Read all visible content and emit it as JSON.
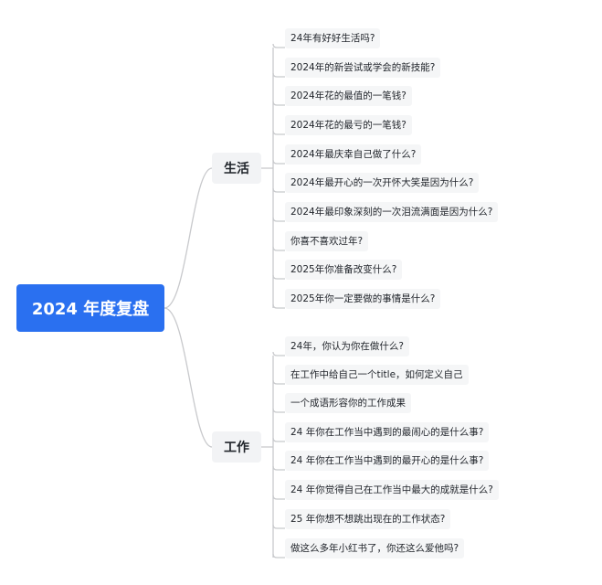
{
  "root": {
    "label": "2024 年度复盘"
  },
  "branches": [
    {
      "label": "生活",
      "items": [
        "24年有好好生活吗?",
        "2024年的新尝试或学会的新技能?",
        "2024年花的最值的一笔钱?",
        "2024年花的最亏的一笔钱?",
        "2024年最庆幸自己做了什么?",
        "2024年最开心的一次开怀大笑是因为什么?",
        "2024年最印象深刻的一次泪流满面是因为什么?",
        "你喜不喜欢过年?",
        "2025年你准备改变什么?",
        "2025年你一定要做的事情是什么?"
      ]
    },
    {
      "label": "工作",
      "items": [
        "24年，你认为你在做什么?",
        "在工作中给自己一个title，如何定义自己",
        "一个成语形容你的工作成果",
        "24 年你在工作当中遇到的最闹心的是什么事?",
        "24 年你在工作当中遇到的最开心的是什么事?",
        "24 年你觉得自己在工作当中最大的成就是什么?",
        "25 年你想不想跳出现在的工作状态?",
        "做这么多年小红书了，你还这么爱他吗?"
      ]
    }
  ],
  "colors": {
    "root_fill": "#2a70f0",
    "root_text": "#ffffff",
    "branch_fill": "#f2f3f5",
    "leaf_fill": "#f5f6f7",
    "connector": "#c8c9cc",
    "text": "#1f2329"
  }
}
